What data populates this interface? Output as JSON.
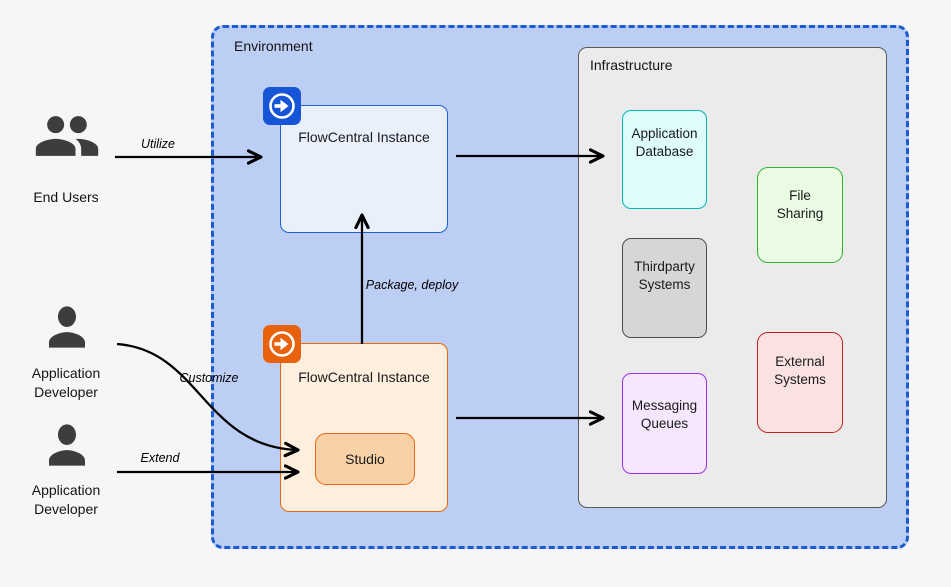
{
  "diagram": {
    "environment": {
      "label": "Environment"
    },
    "infrastructure": {
      "label": "Infrastructure"
    },
    "nodes": {
      "flowcentral_top": {
        "label": "FlowCentral Instance"
      },
      "flowcentral_bottom": {
        "label": "FlowCentral Instance"
      },
      "studio": {
        "label": "Studio"
      },
      "application_database": {
        "label": "Application Database"
      },
      "file_sharing": {
        "label": "File Sharing"
      },
      "thirdparty_systems": {
        "label": "Thirdparty Systems"
      },
      "external_systems": {
        "label": "External Systems"
      },
      "messaging_queues": {
        "label": "Messaging Queues"
      }
    },
    "actors": {
      "end_users": {
        "label": "End Users"
      },
      "app_developer_1": {
        "label": "Application Developer"
      },
      "app_developer_2": {
        "label": "Application Developer"
      }
    },
    "edge_labels": {
      "utilize": "Utilize",
      "customize": "Customize",
      "extend": "Extend",
      "package_deploy": "Package, deploy"
    }
  },
  "colors": {
    "canvas_bg": "#f6f6f6",
    "env_fill": "#bdcef5",
    "env_border": "#1c5bd3",
    "infra_fill": "#ebebeb",
    "infra_border": "#595959",
    "instance_blue_fill": "#e9f0fc",
    "instance_blue_border": "#2060d8",
    "badge_blue": "#1656d6",
    "instance_orange_fill": "#fdeedd",
    "instance_orange_border": "#e8680f",
    "badge_orange": "#e8610c",
    "studio_fill": "#f9d1a6",
    "appdb_fill": "#defcfc",
    "appdb_border": "#00b8b8",
    "file_fill": "#e9fbe2",
    "file_border": "#2eb22e",
    "third_fill": "#d6d6d6",
    "third_border": "#4d4d4d",
    "external_fill": "#fbe2e2",
    "external_border": "#c22020",
    "msg_fill": "#f6e6fe",
    "msg_border": "#9c33e8",
    "actor_icon": "#3d3d3d",
    "arrow": "#000000"
  }
}
